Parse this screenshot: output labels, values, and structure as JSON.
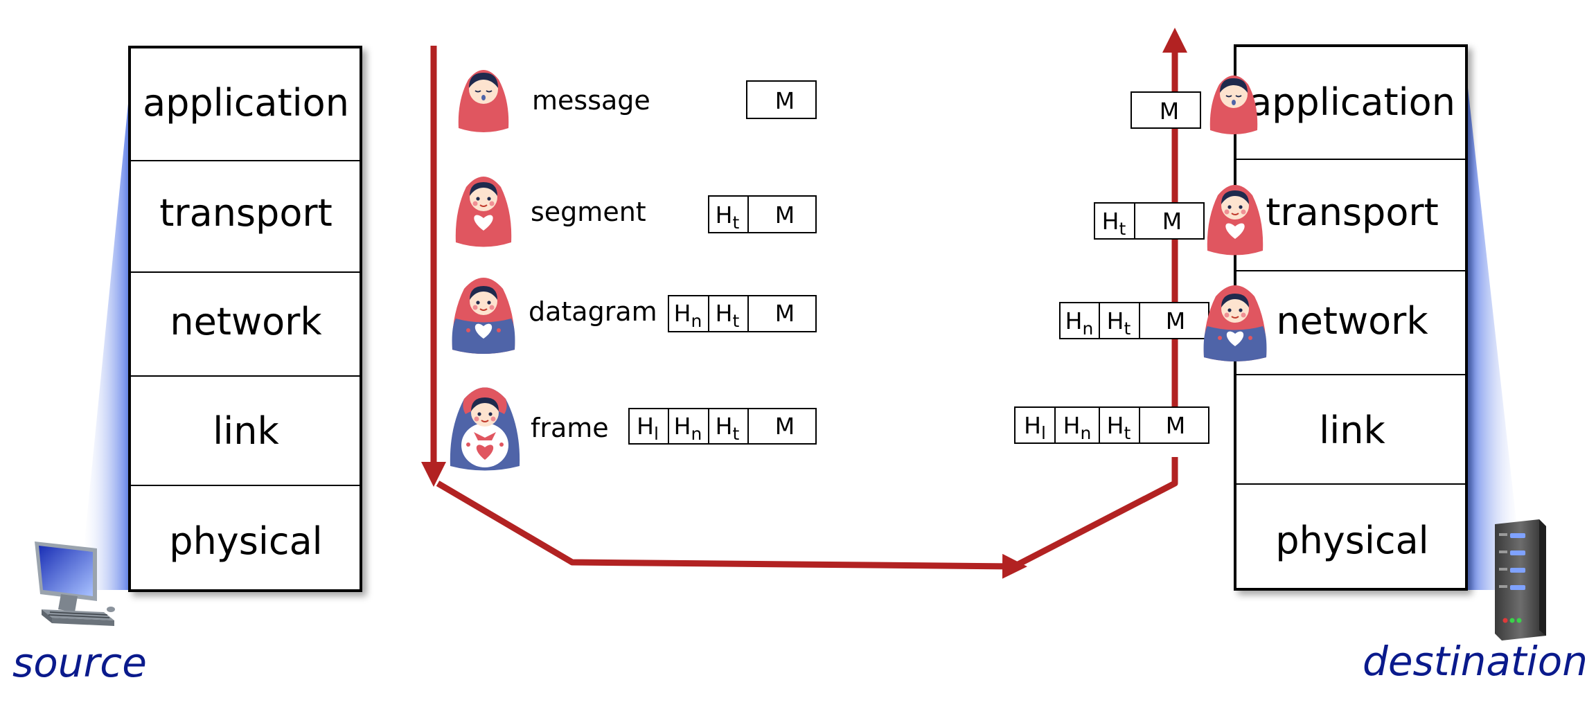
{
  "source_stack": {
    "label": "source",
    "layers": [
      "application",
      "transport",
      "network",
      "link",
      "physical"
    ]
  },
  "destination_stack": {
    "label": "destination",
    "layers": [
      "application",
      "transport",
      "network",
      "link",
      "physical"
    ]
  },
  "pdus": [
    {
      "name": "message",
      "headers": []
    },
    {
      "name": "segment",
      "headers": [
        {
          "base": "H",
          "sub": "t"
        }
      ]
    },
    {
      "name": "datagram",
      "headers": [
        {
          "base": "H",
          "sub": "n"
        },
        {
          "base": "H",
          "sub": "t"
        }
      ]
    },
    {
      "name": "frame",
      "headers": [
        {
          "base": "H",
          "sub": "l"
        },
        {
          "base": "H",
          "sub": "n"
        },
        {
          "base": "H",
          "sub": "t"
        }
      ]
    }
  ],
  "payload_label": "M",
  "colors": {
    "arrow": "#b22222",
    "host_label": "#0a1a8c",
    "doll_red": "#e05660",
    "doll_blue": "#4f64a8",
    "stack_glow": "#5b7fe8"
  },
  "icons": {
    "source_host": "desktop-computer-icon",
    "destination_host": "server-icon",
    "encapsulation": "matryoshka-doll-icon"
  }
}
